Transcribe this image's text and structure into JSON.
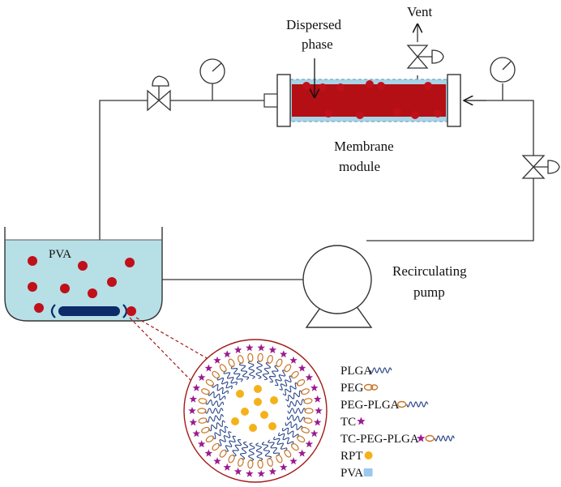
{
  "labels": {
    "vent": "Vent",
    "dispersed_phase_line1": "Dispersed",
    "dispersed_phase_line2": "phase",
    "membrane_module_line1": "Membrane",
    "membrane_module_line2": "module",
    "pva_tank": "PVA",
    "recirc_line1": "Recirculating",
    "recirc_line2": "pump"
  },
  "legend": [
    {
      "label": "PLGA",
      "icon": "plga-coil-icon"
    },
    {
      "label": "PEG",
      "icon": "peg-loop-icon"
    },
    {
      "label": "PEG-PLGA",
      "icon": "peg-plga-icon"
    },
    {
      "label": "TC",
      "icon": "tc-star-icon"
    },
    {
      "label": "TC-PEG-PLGA",
      "icon": "tc-peg-plga-icon"
    },
    {
      "label": "RPT",
      "icon": "rpt-dot-icon"
    },
    {
      "label": "PVA",
      "icon": "pva-square-icon"
    }
  ],
  "colors": {
    "droplet": "#c0101a",
    "membrane_fill": "#b30f14",
    "tank_liquid": "#b7dfe6",
    "module_pva": "#a9d3e6",
    "stir_bar": "#0d2a6b",
    "plga": "#2e4a8c",
    "peg": "#c8772a",
    "tc": "#9b1b8e",
    "rpt": "#f4b21a",
    "pva": "#9cc8ec",
    "zoom": "#a01a1a"
  }
}
